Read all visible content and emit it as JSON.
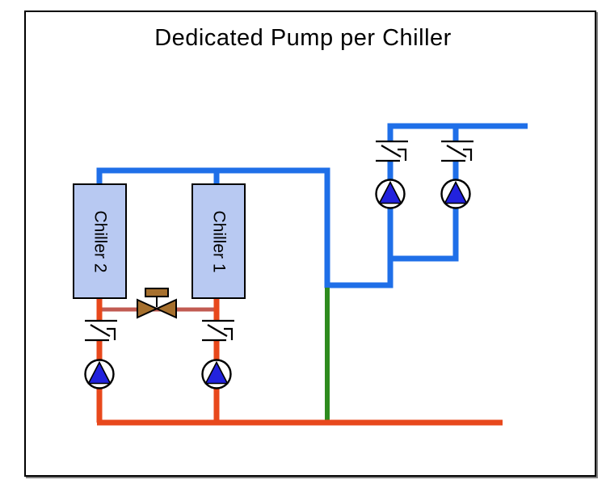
{
  "title": "Dedicated Pump per Chiller",
  "chillers": [
    {
      "label": "Chiller 2"
    },
    {
      "label": "Chiller 1"
    }
  ],
  "icons": {
    "pump": "circle-with-up-triangle",
    "check_valve": "pipe-break-with-swing-flap",
    "bypass_valve": "bowtie-valve-with-actuator"
  },
  "counts": {
    "chiller_pumps": 2,
    "distribution_pumps": 2,
    "check_valves": 4
  },
  "colors": {
    "supply_pipe": "#1F6FE8",
    "return_pipe": "#E8481C",
    "bypass_pipe": "#C15B52",
    "decoupler_pipe": "#2E8B1E",
    "chiller_fill": "#B8C9F2",
    "pump_impeller": "#2222DD",
    "valve_body": "#A6702E",
    "background": "#FFFFFF"
  }
}
